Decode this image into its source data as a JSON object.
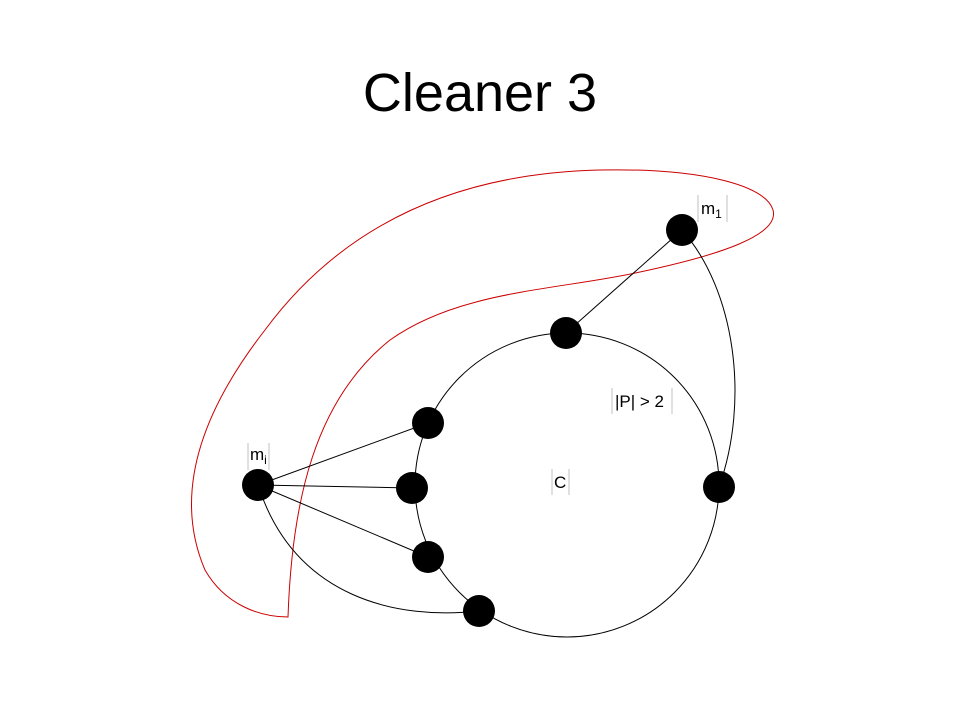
{
  "slide": {
    "title": "Cleaner 3"
  },
  "diagram": {
    "labels": {
      "m1_base": "m",
      "m1_sub": "1",
      "mi_base": "m",
      "mi_sub": "i",
      "path_condition": "|P| > 2",
      "cycle": "C"
    },
    "colors": {
      "region_outline": "#cc0000",
      "edges": "#000000",
      "nodes": "#000000"
    }
  }
}
